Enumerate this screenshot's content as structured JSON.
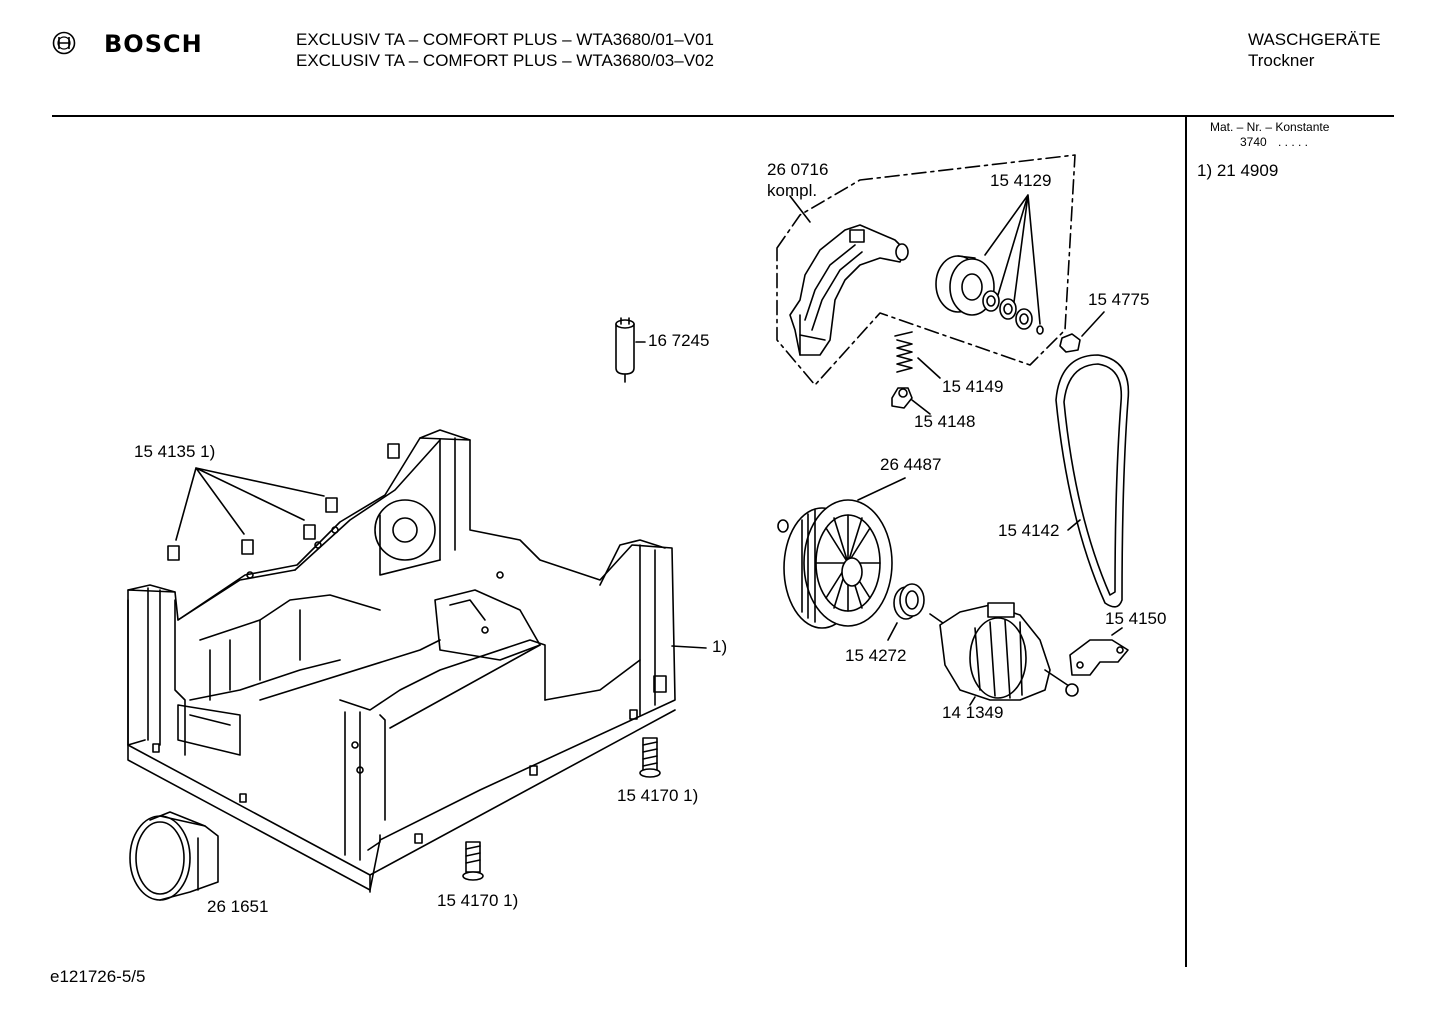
{
  "header": {
    "brand": "BOSCH",
    "model_line_1": "EXCLUSIV TA – COMFORT PLUS – WTA3680/01–V01",
    "model_line_2": "EXCLUSIV TA – COMFORT PLUS – WTA3680/03–V02",
    "category": "WASCHGERÄTE",
    "subcategory": "Trockner"
  },
  "sidebar": {
    "mat_title": "Mat. – Nr. – Konstante",
    "mat_value": "3740",
    "mat_dots": ". . . . .",
    "footnote": "1) 21 4909"
  },
  "parts": {
    "p260716": "26 0716",
    "p260716_sub": "kompl.",
    "p154129": "15 4129",
    "p154775": "15 4775",
    "p167245": "16 7245",
    "p154149": "15 4149",
    "p154148": "15 4148",
    "p154135": "15 4135 1)",
    "p264487": "26 4487",
    "p154142": "15 4142",
    "p154150": "15 4150",
    "p154272": "15 4272",
    "p141349": "14 1349",
    "ref1": "1)",
    "p154170a": "15 4170 1)",
    "p154170b": "15 4170 1)",
    "p261651": "26 1651"
  },
  "footer": {
    "doc_id": "e121726-5/5"
  }
}
